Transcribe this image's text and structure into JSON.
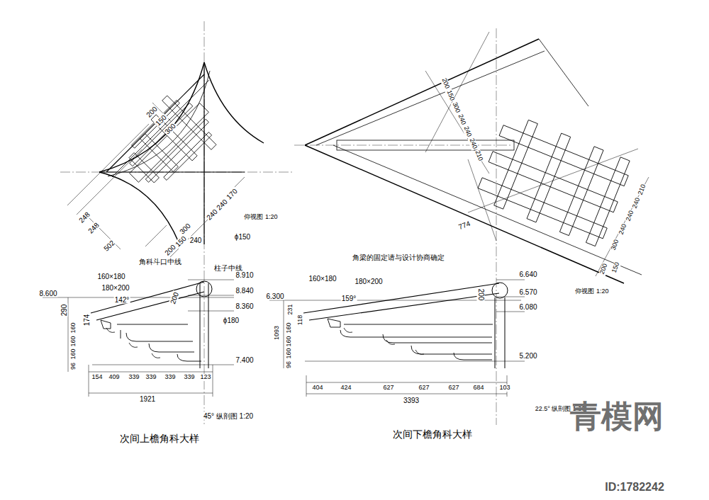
{
  "diagram": {
    "labels": [
      "200",
      "150",
      "300",
      "248",
      "248",
      "502",
      "170",
      "240",
      "240",
      "300",
      "240",
      "200",
      "150",
      "仰视图 1:20",
      "角科斗口中线",
      "柱子中线",
      "ϕ150",
      "ϕ180",
      "160×180",
      "180×200",
      "142°",
      "200",
      "8.600",
      "290",
      "174",
      "160",
      "160",
      "160",
      "96",
      "8.910",
      "8.840",
      "8.360",
      "7.400",
      "154",
      "409",
      "339",
      "339",
      "339",
      "339",
      "123",
      "1921",
      "45° 纵剖图 1:20",
      "次间上檐角科大样",
      "200",
      "150",
      "300",
      "240",
      "240",
      "240",
      "210",
      "774",
      "210",
      "240",
      "240",
      "240",
      "300",
      "200",
      "150",
      "仰视图 1:20",
      "角梁的固定请与设计协商确定",
      "160×180",
      "180×200",
      "159°",
      "200",
      "6.300",
      "231",
      "118",
      "1093",
      "160",
      "160",
      "160",
      "96",
      "6.640",
      "6.570",
      "6.080",
      "5.200",
      "404",
      "424",
      "627",
      "627",
      "627",
      "684",
      "103",
      "3393",
      "22.5° 纵剖图 1:20",
      "次间下檐角科大样",
      "青模网",
      "ID:1782242"
    ]
  }
}
